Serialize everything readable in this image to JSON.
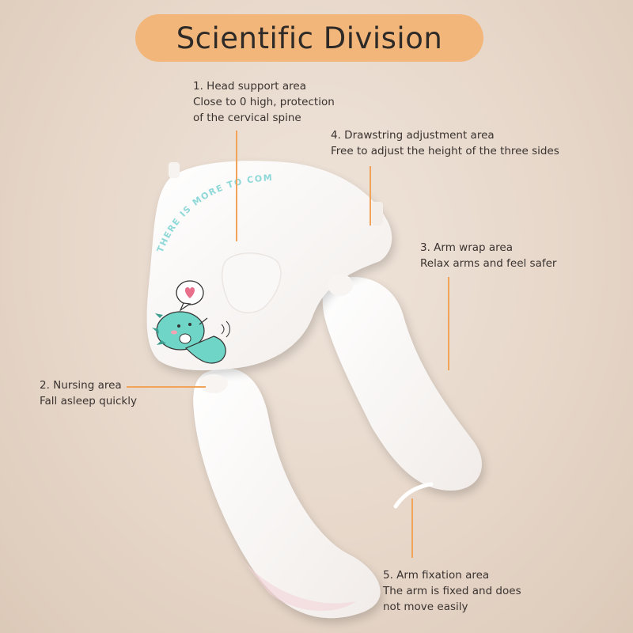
{
  "title": "Scientific Division",
  "product_print": "THERE IS MORE TO COME",
  "callouts": [
    {
      "id": "head-support",
      "heading": "1. Head support area",
      "lines": [
        "Close to 0 high, protection",
        "of the cervical spine"
      ]
    },
    {
      "id": "nursing",
      "heading": "2. Nursing area",
      "lines": [
        "Fall asleep quickly"
      ]
    },
    {
      "id": "arm-wrap",
      "heading": "3. Arm wrap area",
      "lines": [
        "Relax arms and feel safer"
      ]
    },
    {
      "id": "drawstring",
      "heading": "4. Drawstring adjustment area",
      "lines": [
        "Free to adjust the height of the three sides"
      ]
    },
    {
      "id": "arm-fixation",
      "heading": "5. Arm fixation area",
      "lines": [
        "The arm is fixed and does",
        "not move easily"
      ]
    }
  ],
  "colors": {
    "title_pill": "#f2b67a",
    "leader_lines": "#f2a35a",
    "pillow_fabric": "#ffffff",
    "print_teal": "#8fd8d8"
  }
}
